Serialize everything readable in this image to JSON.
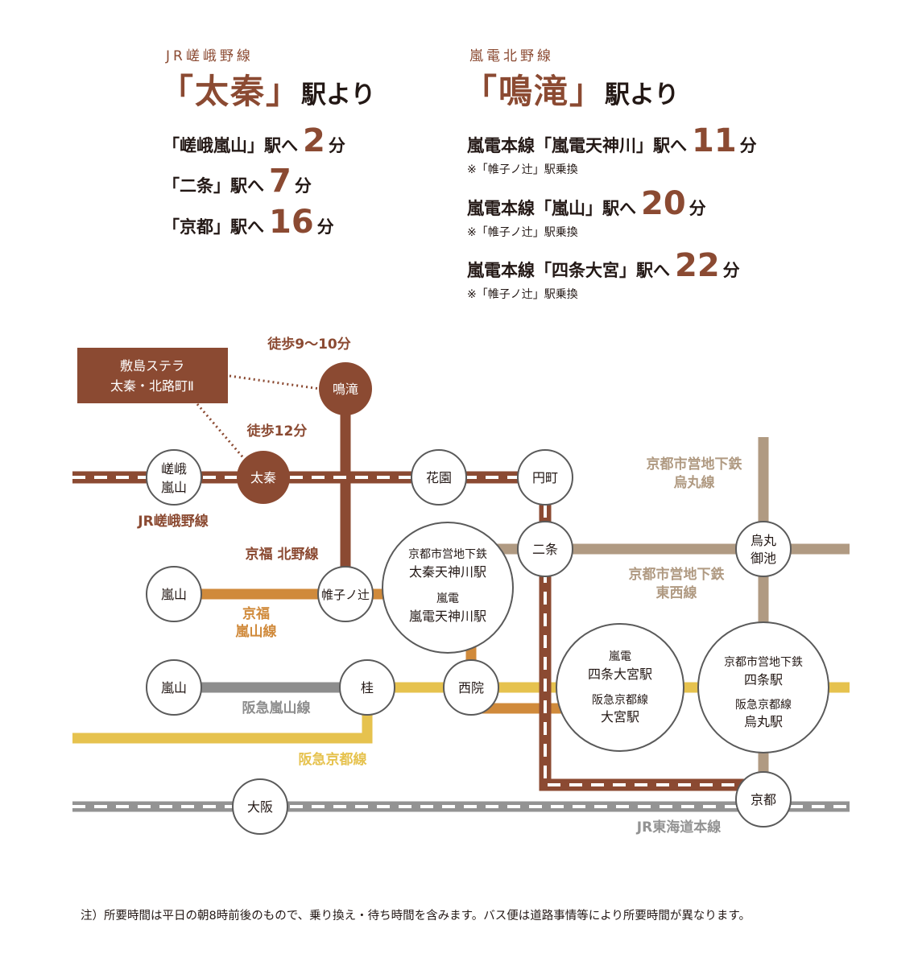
{
  "uzumasa": {
    "line_label": "JR嵯峨野線",
    "open_bracket": "「",
    "station": "太秦",
    "close_bracket": "」",
    "suffix": "駅より",
    "routes": [
      {
        "text": "「嵯峨嵐山」駅へ",
        "minutes": "2",
        "unit": "分"
      },
      {
        "text": "「二条」駅へ",
        "minutes": "7",
        "unit": "分"
      },
      {
        "text": "「京都」駅へ",
        "minutes": "16",
        "unit": "分"
      }
    ]
  },
  "narutaki": {
    "line_label": "嵐電北野線",
    "open_bracket": "「",
    "station": "鳴滝",
    "close_bracket": "」",
    "suffix": "駅より",
    "routes": [
      {
        "text": "嵐電本線「嵐電天神川」駅へ",
        "minutes": "11",
        "unit": "分",
        "note": "※「帷子ノ辻」駅乗換"
      },
      {
        "text": "嵐電本線「嵐山」駅へ",
        "minutes": "20",
        "unit": "分",
        "note": "※「帷子ノ辻」駅乗換"
      },
      {
        "text": "嵐電本線「四条大宮」駅へ",
        "minutes": "22",
        "unit": "分",
        "note": "※「帷子ノ辻」駅乗換"
      }
    ]
  },
  "map": {
    "property_line1": "敷島ステラ",
    "property_line2": "太秦・北路町Ⅱ",
    "walk_narutaki": "徒歩9～10分",
    "walk_uzumasa": "徒歩12分",
    "stations": {
      "saga_arashiyama_1": "嵯峨",
      "saga_arashiyama_2": "嵐山",
      "uzumasa": "太秦",
      "narutaki": "鳴滝",
      "hanazono": "花園",
      "emmachi": "円町",
      "nijo": "二条",
      "karasuma_oike_1": "烏丸",
      "karasuma_oike_2": "御池",
      "arashiyama_randen": "嵐山",
      "katabiranotsuji": "帷子ノ辻",
      "tenjingawa_1": "京都市営地下鉄",
      "tenjingawa_2": "太秦天神川駅",
      "tenjingawa_3": "嵐電",
      "tenjingawa_4": "嵐電天神川駅",
      "arashiyama_hankyu": "嵐山",
      "katsura": "桂",
      "saiin": "西院",
      "omiya_1": "嵐電",
      "omiya_2": "四条大宮駅",
      "omiya_3": "阪急京都線",
      "omiya_4": "大宮駅",
      "shijo_1": "京都市営地下鉄",
      "shijo_2": "四条駅",
      "shijo_3": "阪急京都線",
      "shijo_4": "烏丸駅",
      "kyoto": "京都",
      "osaka": "大阪"
    },
    "lines": {
      "jr_sagano": "JR嵯峨野線",
      "keifuku_kitano": "京福 北野線",
      "keifuku_arashiyama_1": "京福",
      "keifuku_arashiyama_2": "嵐山線",
      "karasuma_1": "京都市営地下鉄",
      "karasuma_2": "烏丸線",
      "tozai_1": "京都市営地下鉄",
      "tozai_2": "東西線",
      "hankyu_arashiyama": "阪急嵐山線",
      "hankyu_kyoto": "阪急京都線",
      "jr_tokaido": "JR東海道本線"
    },
    "colors": {
      "jr_brown": "#8b4a32",
      "keifuku_orange": "#d08a3b",
      "subway_tan": "#b09a82",
      "hankyu_arashiyama_gray": "#8d8d8d",
      "hankyu_kyoto_yellow": "#e6c24e",
      "tokaido_gray": "#939393"
    }
  },
  "footer": "注）所要時間は平日の朝8時前後のもので、乗り換え・待ち時間を含みます。バス便は道路事情等により所要時間が異なります。"
}
